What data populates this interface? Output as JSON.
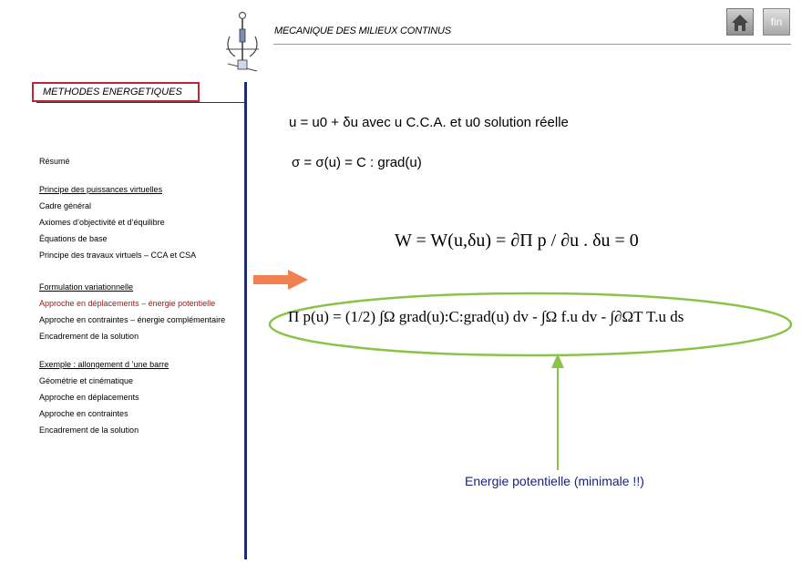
{
  "header": {
    "title": "MECANIQUE DES MILIEUX CONTINUS",
    "fin_label": "fin"
  },
  "section": {
    "title": "METHODES ENERGETIQUES"
  },
  "nav": {
    "resume": "Résumé",
    "groups": [
      {
        "heading": "Principe des puissances virtuelles",
        "items": [
          "Cadre général",
          "Axiomes d’objectivité et d’équilibre",
          "Équations de base",
          "Principe des travaux virtuels – CCA et CSA"
        ]
      },
      {
        "heading": "Formulation variationnelle",
        "items": [
          "Approche en déplacements – énergie potentielle",
          "Approche en contraintes – énergie complémentaire",
          "Encadrement de la solution"
        ]
      },
      {
        "heading": "Exemple : allongement d ’une barre",
        "items": [
          "Géométrie et cinématique",
          "Approche en déplacements",
          "Approche en contraintes",
          "Encadrement de la solution"
        ]
      }
    ]
  },
  "content": {
    "eq1": "u = u0 + δu avec u C.C.A. et u0 solution réelle",
    "eq2": "σ = σ(u) = C : grad(u)",
    "eq3": "W = W(u,δu) = ∂Π p / ∂u . δu = 0",
    "eq4": "Π p(u) = (1/2) ∫Ω grad(u):C:grad(u) dv - ∫Ω f.u dv - ∫∂ΩT T.u ds",
    "caption": "Energie potentielle (minimale !!)"
  },
  "colors": {
    "accent_red": "#c0263a",
    "navy": "#1e2c78",
    "green_box": "#8bc34a",
    "arrow_orange": "#f08050"
  }
}
